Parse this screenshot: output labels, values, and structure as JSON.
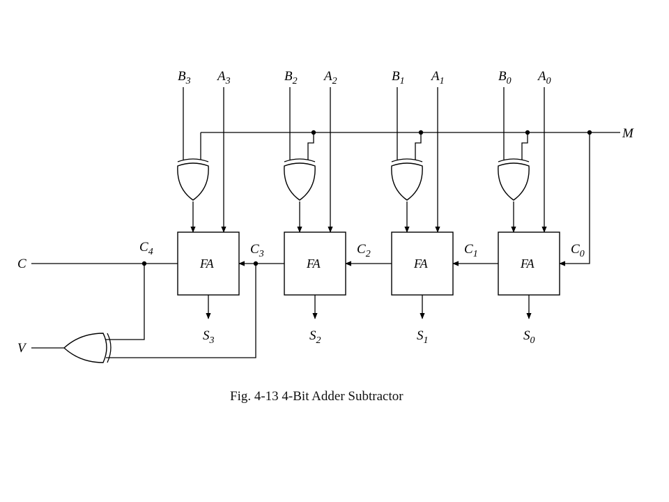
{
  "caption": "Fig. 4-13  4-Bit Adder Subtractor",
  "block_label": "FA",
  "control_input": "M",
  "carry_out": "C",
  "overflow": "V",
  "stages": [
    {
      "b": "B",
      "b_sub": "3",
      "a": "A",
      "a_sub": "3",
      "cin": "C",
      "cin_sub": "3",
      "s": "S",
      "s_sub": "3"
    },
    {
      "b": "B",
      "b_sub": "2",
      "a": "A",
      "a_sub": "2",
      "cin": "C",
      "cin_sub": "2",
      "s": "S",
      "s_sub": "2"
    },
    {
      "b": "B",
      "b_sub": "1",
      "a": "A",
      "a_sub": "1",
      "cin": "C",
      "cin_sub": "1",
      "s": "S",
      "s_sub": "1"
    },
    {
      "b": "B",
      "b_sub": "0",
      "a": "A",
      "a_sub": "0",
      "cin": "C",
      "cin_sub": "0",
      "s": "S",
      "s_sub": "0"
    }
  ],
  "final_carry": {
    "name": "C",
    "sub": "4"
  }
}
